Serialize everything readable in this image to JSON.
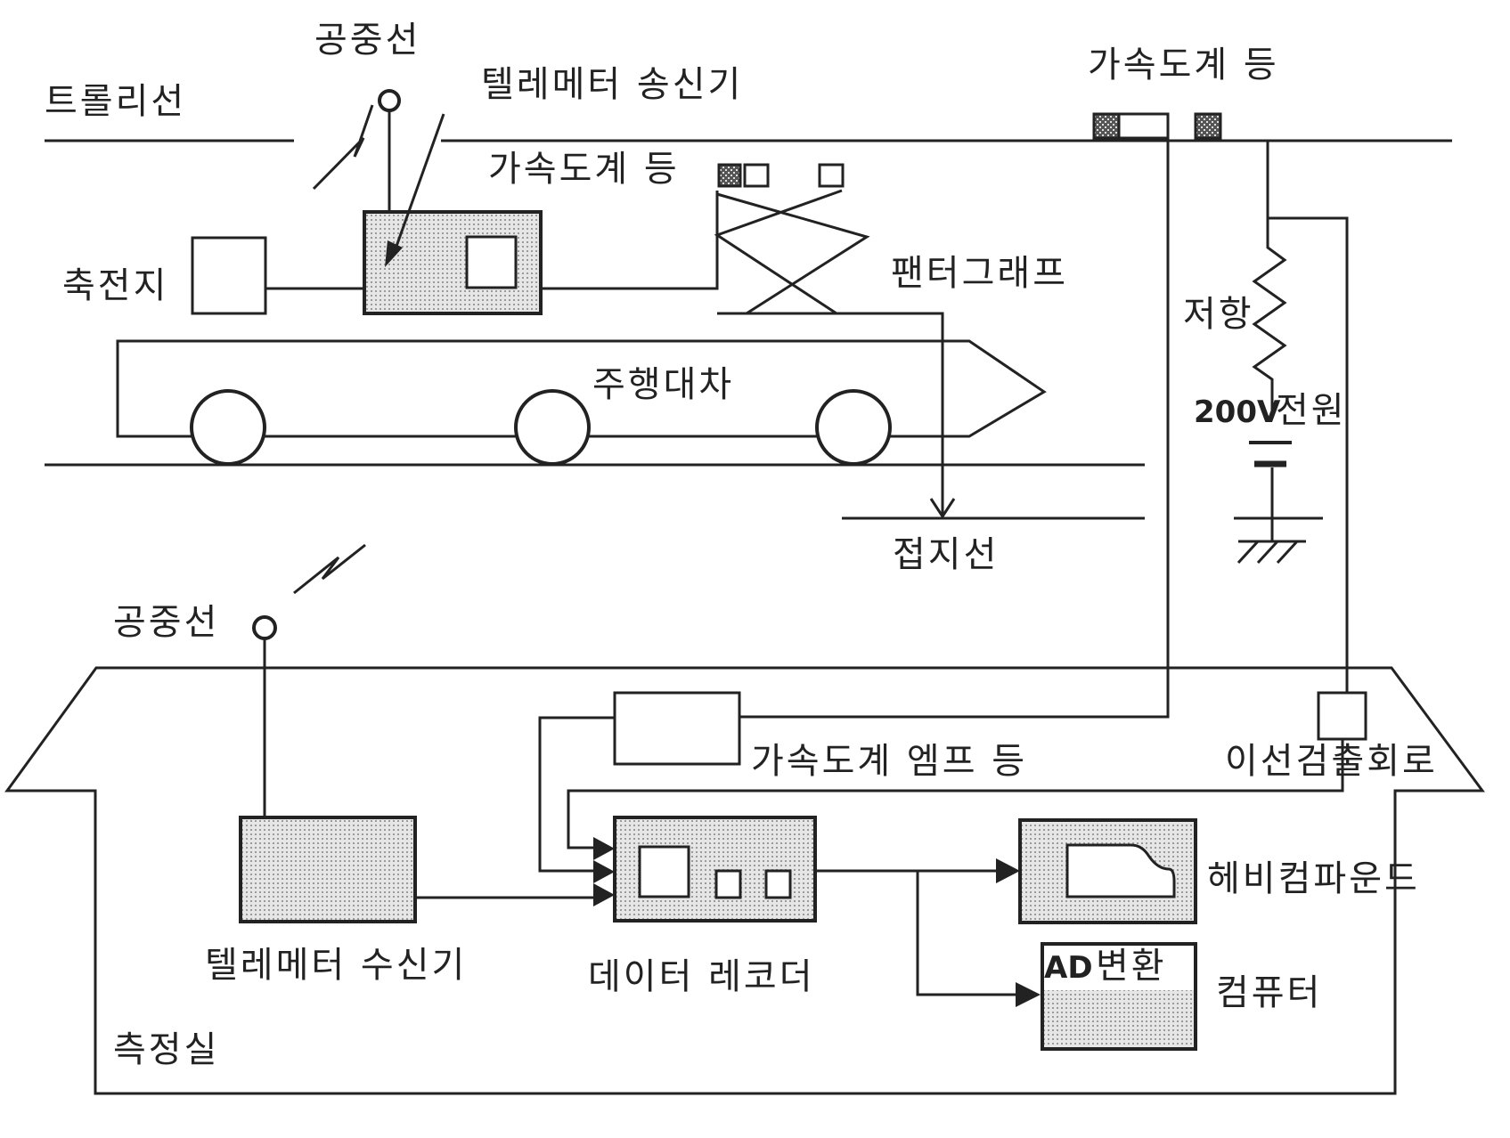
{
  "labels": {
    "trolley_line": "트롤리선",
    "aerial_top": "공중선",
    "telemeter_tx": "텔레메터 송신기",
    "accel_top_right": "가속도계 등",
    "accel_pantograph": "가속도계 등",
    "battery": "축전지",
    "pantograph": "팬터그래프",
    "resistor": "저항",
    "supply_voltage": "200V",
    "supply_word": "전원",
    "bogie": "주행대차",
    "ground_line": "접지선",
    "aerial_bottom": "공중선",
    "accel_amp": "가속도계 엠프 등",
    "wire_detect": "이선검출회로",
    "heavy_compound": "헤비컴파운드",
    "telemeter_rx": "텔레메터 수신기",
    "data_recorder": "데이터 레코더",
    "ad_prefix": "AD",
    "ad_word": "변환",
    "computer": "컴퓨터",
    "measurement_room": "측정실"
  },
  "colors": {
    "line": "#222222",
    "fill_dotted": "#d9d9d9",
    "background": "#ffffff"
  }
}
